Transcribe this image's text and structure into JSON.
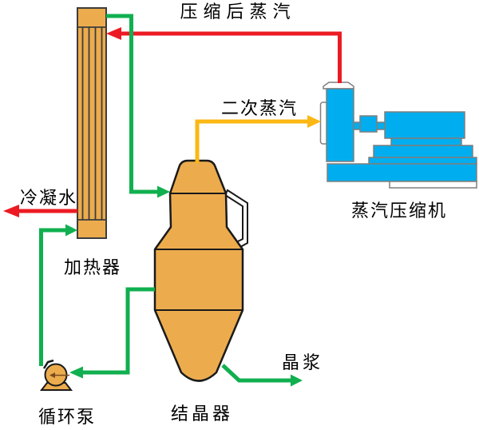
{
  "labels": {
    "compressed_steam": "压缩后蒸汽",
    "secondary_steam": "二次蒸汽",
    "condensate_water": "冷凝水",
    "heater": "加热器",
    "steam_compressor": "蒸汽压缩机",
    "circulation_pump": "循环泵",
    "crystallizer": "结晶器",
    "crystal_slurry": "晶浆"
  },
  "colors": {
    "background": "#FFFFFF",
    "vessel_fill": "#ECAC4D",
    "vessel_stroke": "#1A1A1A",
    "heater_stroke": "#3C3C3C",
    "machine_fill": "#00AEEF",
    "machine_stroke": "#7F7F7F",
    "pipe_green": "#10AF4F",
    "pipe_red": "#EC1B23",
    "pipe_yellow": "#FBB713",
    "pump_shaft": "#7A4A1F",
    "text": "#000000"
  },
  "flows": [
    {
      "label": "压缩后蒸汽",
      "from": "蒸汽压缩机",
      "to": "加热器",
      "color": "#EC1B23"
    },
    {
      "label": "二次蒸汽",
      "from": "结晶器",
      "to": "蒸汽压缩机",
      "color": "#FBB713"
    },
    {
      "label": "冷凝水",
      "from": "加热器",
      "to": "",
      "color": "#EC1B23"
    },
    {
      "label": "晶浆",
      "from": "结晶器",
      "to": "",
      "color": "#10AF4F"
    },
    {
      "label": "",
      "from": "结晶器",
      "to": "循环泵",
      "color": "#10AF4F"
    },
    {
      "label": "",
      "from": "循环泵",
      "to": "加热器",
      "color": "#10AF4F"
    },
    {
      "label": "",
      "from": "加热器",
      "to": "结晶器",
      "color": "#10AF4F"
    }
  ]
}
